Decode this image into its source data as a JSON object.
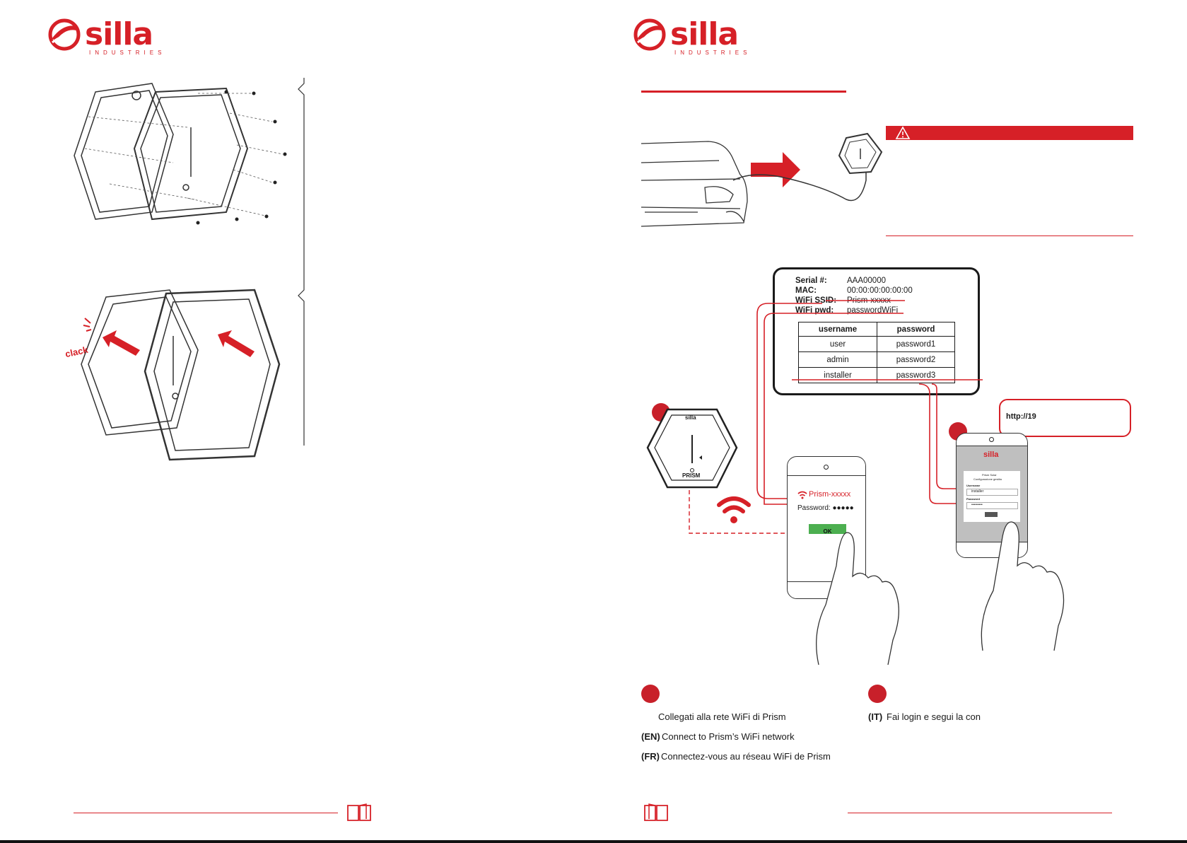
{
  "brand": {
    "name": "silla",
    "sub": "INDUSTRIES",
    "color": "#d62027"
  },
  "left_page": {
    "clack_label": "clack"
  },
  "right_page": {
    "label_card": {
      "serial_key": "Serial #:",
      "serial_val": "AAA00000",
      "mac_key": "MAC:",
      "mac_val": "00:00:00:00:00:00",
      "ssid_key": "WiFi SSID:",
      "ssid_val": "Prism-xxxxx",
      "pwd_key": "WiFi pwd:",
      "pwd_val": "passwordWiFi",
      "table_headers": [
        "username",
        "password"
      ],
      "table_rows": [
        [
          "user",
          "password1"
        ],
        [
          "admin",
          "password2"
        ],
        [
          "installer",
          "password3"
        ]
      ]
    },
    "device_label": "PRISM",
    "device_brand": "silla",
    "phone1": {
      "ssid": "Prism-xxxxx",
      "password_label": "Password: ●●●●●",
      "ok_label": "OK"
    },
    "phone2": {
      "brand": "silla",
      "title_line1": "Prism Solar",
      "title_line2": "Configurazione gestita",
      "username_label": "Username",
      "username_val": "installer",
      "password_label": "Password",
      "password_val": "•••••••••"
    },
    "url_bubble": "http://19",
    "step1": {
      "it": "Collegati alla rete WiFi di Prism",
      "en_tag": "(EN)",
      "en": "Connect to Prism’s WiFi network",
      "fr_tag": "(FR)",
      "fr": "Connectez-vous au réseau WiFi de Prism"
    },
    "step2": {
      "it_tag": "(IT)",
      "it": "Fai login e segui la con"
    }
  },
  "colors": {
    "accent": "#d62027",
    "ok_green": "#4caf50",
    "dark": "#1a1a1a"
  }
}
